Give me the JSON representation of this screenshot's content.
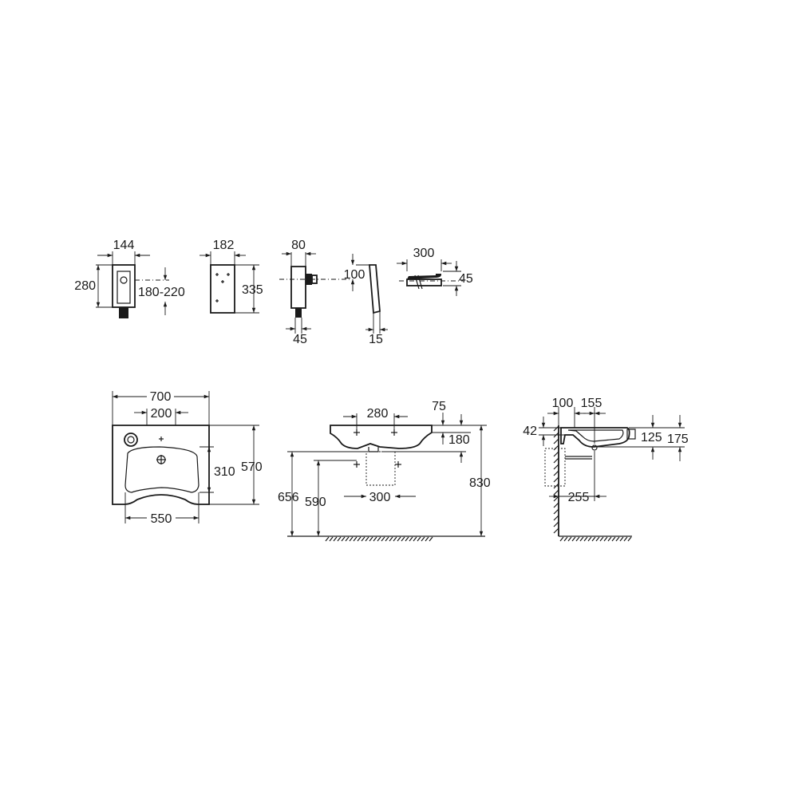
{
  "dimensions": {
    "frame_width": "144",
    "frame_height": "280",
    "frame_range": "180-220",
    "plate_width": "182",
    "plate_height": "335",
    "side_depth": "80",
    "side_bottom": "45",
    "plate_side_height": "100",
    "plate_thickness": "15",
    "handle_length": "300",
    "handle_height": "45",
    "basin_width": "700",
    "tap_spacing": "200",
    "basin_depth": "570",
    "bowl_depth": "310",
    "bowl_width": "550",
    "front_hole_spacing": "280",
    "front_top": "75",
    "front_rim": "180",
    "front_height": "830",
    "front_under_656": "656",
    "front_under_590": "590",
    "pedestal_width": "300",
    "side_100": "100",
    "side_155": "155",
    "side_42": "42",
    "side_125": "125",
    "side_175": "175",
    "side_255": "255"
  }
}
